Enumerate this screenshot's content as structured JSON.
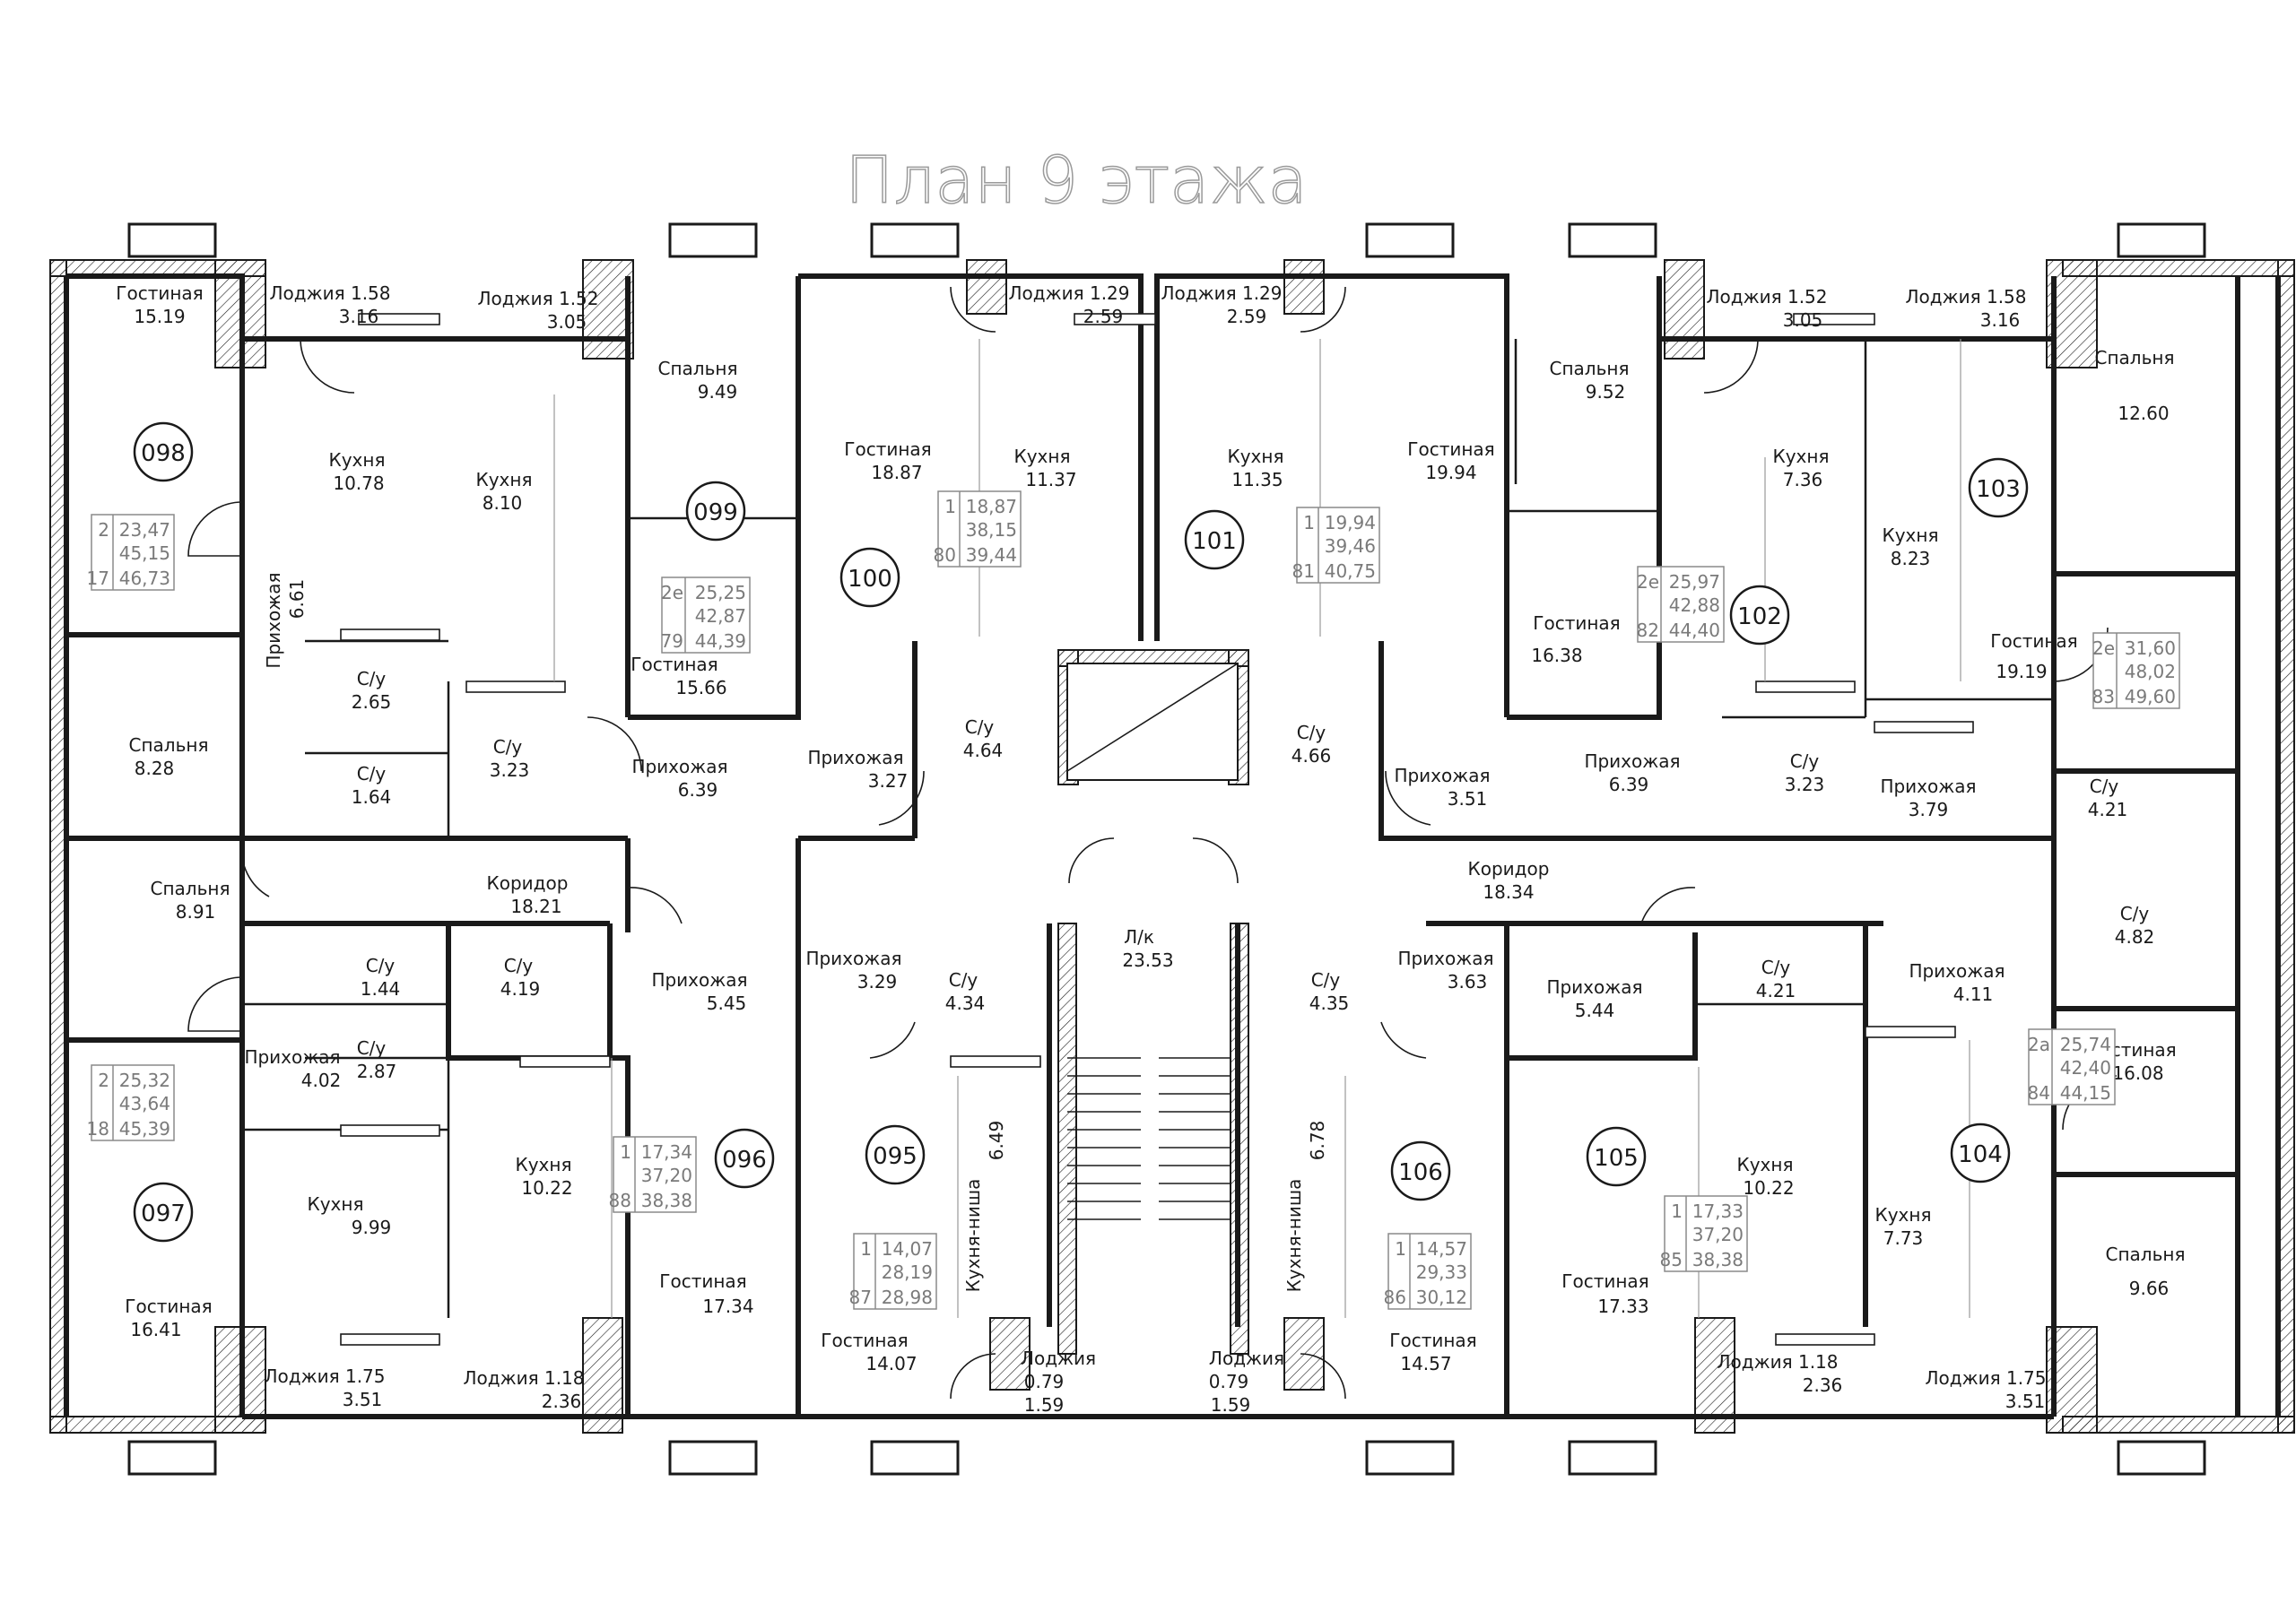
{
  "title": "План 9 этажа",
  "apartments": [
    {
      "number": "098",
      "info": {
        "rooms": "2",
        "living": "23,47",
        "total": "45,15",
        "code": "17",
        "full": "46,73"
      }
    },
    {
      "number": "099",
      "info": {
        "rooms": "2е",
        "living": "25,25",
        "total": "42,87",
        "code": "79",
        "full": "44,39"
      }
    },
    {
      "number": "100",
      "info": {
        "rooms": "1",
        "living": "18,87",
        "total": "38,15",
        "code": "80",
        "full": "39,44"
      }
    },
    {
      "number": "101",
      "info": {
        "rooms": "1",
        "living": "19,94",
        "total": "39,46",
        "code": "81",
        "full": "40,75"
      }
    },
    {
      "number": "102",
      "info": {
        "rooms": "2е",
        "living": "25,97",
        "total": "42,88",
        "code": "82",
        "full": "44,40"
      }
    },
    {
      "number": "103",
      "info": {
        "rooms": "2е",
        "living": "31,60",
        "total": "48,02",
        "code": "83",
        "full": "49,60"
      }
    },
    {
      "number": "097",
      "info": {
        "rooms": "2",
        "living": "25,32",
        "total": "43,64",
        "code": "18",
        "full": "45,39"
      }
    },
    {
      "number": "096",
      "info": {
        "rooms": "1",
        "living": "17,34",
        "total": "37,20",
        "code": "88",
        "full": "38,38"
      }
    },
    {
      "number": "095",
      "info": {
        "rooms": "1",
        "living": "14,07",
        "total": "28,19",
        "code": "87",
        "full": "28,98"
      }
    },
    {
      "number": "106",
      "info": {
        "rooms": "1",
        "living": "14,57",
        "total": "29,33",
        "code": "86",
        "full": "30,12"
      }
    },
    {
      "number": "105",
      "info": {
        "rooms": "1",
        "living": "17,33",
        "total": "37,20",
        "code": "85",
        "full": "38,38"
      }
    },
    {
      "number": "104",
      "info": {
        "rooms": "2а",
        "living": "25,74",
        "total": "42,40",
        "code": "84",
        "full": "44,15"
      }
    }
  ],
  "rooms": [
    {
      "name": "Гостиная",
      "area": "15.19"
    },
    {
      "name": "Лоджия 1.58",
      "area": "3.16"
    },
    {
      "name": "Лоджия 1.52",
      "area": "3.05"
    },
    {
      "name": "Спальня",
      "area": "9.49"
    },
    {
      "name": "Лоджия 1.29",
      "area": "2.59"
    },
    {
      "name": "Лоджия 1.29",
      "area": "2.59"
    },
    {
      "name": "Спальня",
      "area": "9.52"
    },
    {
      "name": "Лоджия 1.52",
      "area": "3.05"
    },
    {
      "name": "Лоджия 1.58",
      "area": "3.16"
    },
    {
      "name": "Спальня",
      "area": "12.60"
    },
    {
      "name": "Кухня",
      "area": "10.78"
    },
    {
      "name": "Кухня",
      "area": "8.10"
    },
    {
      "name": "Гостиная",
      "area": "18.87"
    },
    {
      "name": "Кухня",
      "area": "11.37"
    },
    {
      "name": "Кухня",
      "area": "11.35"
    },
    {
      "name": "Гостиная",
      "area": "19.94"
    },
    {
      "name": "Кухня",
      "area": "7.36"
    },
    {
      "name": "Кухня",
      "area": "8.23"
    },
    {
      "name": "Прихожая",
      "area": "6.61"
    },
    {
      "name": "Гостиная",
      "area": "15.66"
    },
    {
      "name": "Гостиная",
      "area": "16.38"
    },
    {
      "name": "Гостиная",
      "area": "19.19"
    },
    {
      "name": "С/у",
      "area": "2.65"
    },
    {
      "name": "С/у",
      "area": "1.64"
    },
    {
      "name": "С/у",
      "area": "3.23"
    },
    {
      "name": "Прихожая",
      "area": "6.39"
    },
    {
      "name": "Прихожая",
      "area": "3.27"
    },
    {
      "name": "С/у",
      "area": "4.64"
    },
    {
      "name": "С/у",
      "area": "4.66"
    },
    {
      "name": "Прихожая",
      "area": "3.51"
    },
    {
      "name": "Прихожая",
      "area": "6.39"
    },
    {
      "name": "С/у",
      "area": "3.23"
    },
    {
      "name": "Прихожая",
      "area": "3.79"
    },
    {
      "name": "С/у",
      "area": "4.21"
    },
    {
      "name": "Спальня",
      "area": "8.28"
    },
    {
      "name": "Спальня",
      "area": "8.91"
    },
    {
      "name": "Коридор",
      "area": "18.21"
    },
    {
      "name": "Коридор",
      "area": "18.34"
    },
    {
      "name": "Л/к",
      "area": "23.53"
    },
    {
      "name": "С/у",
      "area": "4.82"
    },
    {
      "name": "С/у",
      "area": "1.44"
    },
    {
      "name": "С/у",
      "area": "4.19"
    },
    {
      "name": "Прихожая",
      "area": "5.45"
    },
    {
      "name": "Прихожая",
      "area": "3.29"
    },
    {
      "name": "С/у",
      "area": "4.34"
    },
    {
      "name": "С/у",
      "area": "4.35"
    },
    {
      "name": "Прихожая",
      "area": "3.63"
    },
    {
      "name": "Прихожая",
      "area": "5.44"
    },
    {
      "name": "С/у",
      "area": "4.21"
    },
    {
      "name": "Прихожая",
      "area": "4.11"
    },
    {
      "name": "Прихожая",
      "area": "4.02"
    },
    {
      "name": "С/у",
      "area": "2.87"
    },
    {
      "name": "Гостиная",
      "area": "16.08"
    },
    {
      "name": "Кухня",
      "area": "10.22"
    },
    {
      "name": "Кухня",
      "area": "9.99"
    },
    {
      "name": "Кухня-ниша",
      "area": "6.49"
    },
    {
      "name": "Кухня-ниша",
      "area": "6.78"
    },
    {
      "name": "Кухня",
      "area": "10.22"
    },
    {
      "name": "Кухня",
      "area": "7.73"
    },
    {
      "name": "Спальня",
      "area": "9.66"
    },
    {
      "name": "Гостиная",
      "area": "16.41"
    },
    {
      "name": "Гостиная",
      "area": "17.34"
    },
    {
      "name": "Гостиная",
      "area": "14.07"
    },
    {
      "name": "Гостиная",
      "area": "14.57"
    },
    {
      "name": "Гостиная",
      "area": "17.33"
    },
    {
      "name": "Лоджия 1.75",
      "area": "3.51"
    },
    {
      "name": "Лоджия 1.18",
      "area": "2.36"
    },
    {
      "name": "Лоджия",
      "area": "0.79"
    },
    {
      "name": "Лоджия",
      "area": "0.79"
    },
    {
      "name": "Лоджия 1.18",
      "area": "2.36"
    },
    {
      "name": "Лоджия 1.75",
      "area": "3.51"
    },
    {
      "name": "",
      "area": "1.59"
    },
    {
      "name": "",
      "area": "1.59"
    }
  ]
}
